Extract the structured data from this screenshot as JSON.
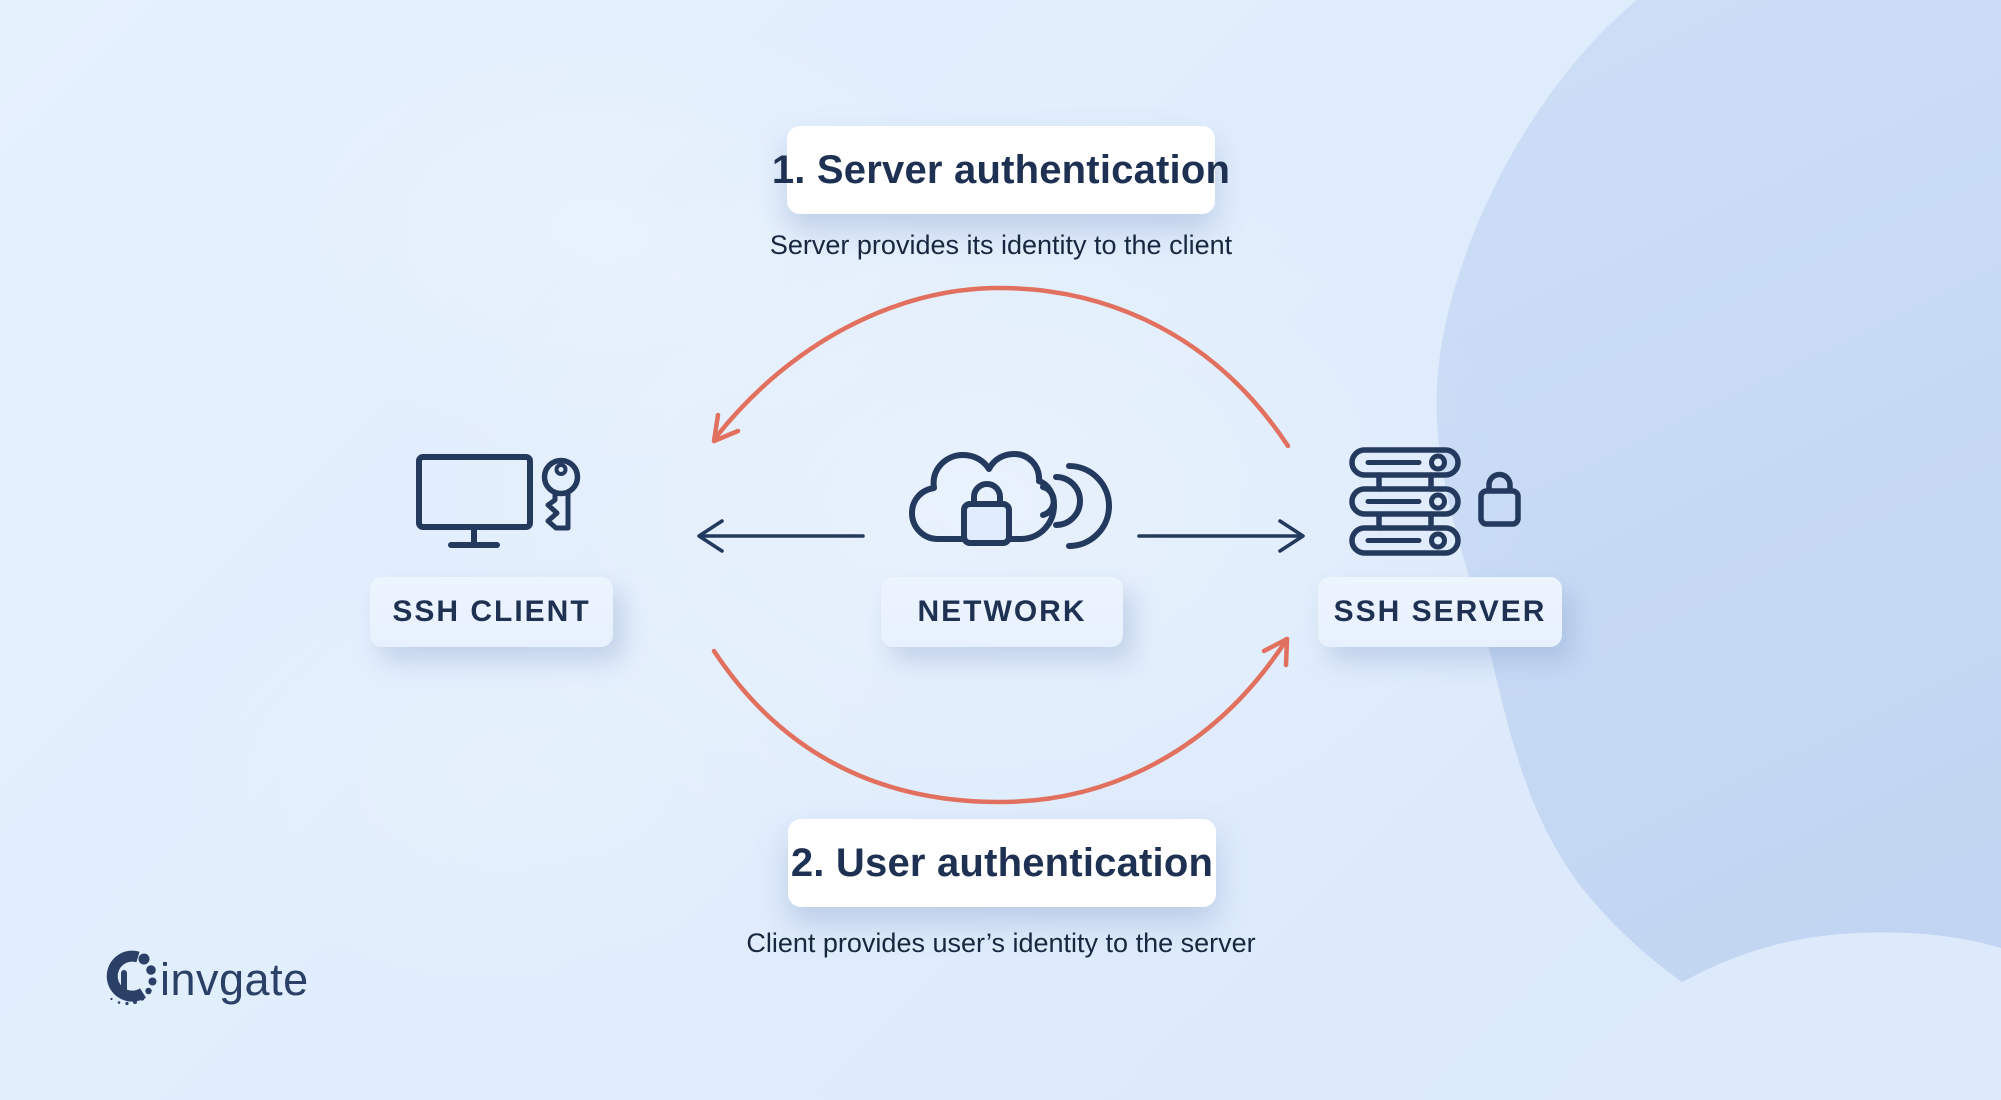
{
  "colors": {
    "navy": "#24395e",
    "coral": "#e2705f",
    "text_title": "#1e3152",
    "text_sub": "#16273f",
    "bg_light": "#e6f1fe",
    "bg_base": "#d9e8fa",
    "wave_dark": "#c6d9f4",
    "corner_light": "#ddeafb",
    "box_white": "#ffffff",
    "label_box": "#e7f1fd",
    "logo": "#2a4066"
  },
  "steps": {
    "server_auth": {
      "title": "1. Server authentication",
      "subtitle": "Server provides its identity to the client"
    },
    "user_auth": {
      "title": "2. User authentication",
      "subtitle": "Client provides user’s identity to the server"
    }
  },
  "nodes": {
    "ssh_client": {
      "label": "SSH CLIENT"
    },
    "network": {
      "label": "NETWORK"
    },
    "ssh_server": {
      "label": "SSH SERVER"
    }
  },
  "logo": {
    "text": "invgate"
  }
}
